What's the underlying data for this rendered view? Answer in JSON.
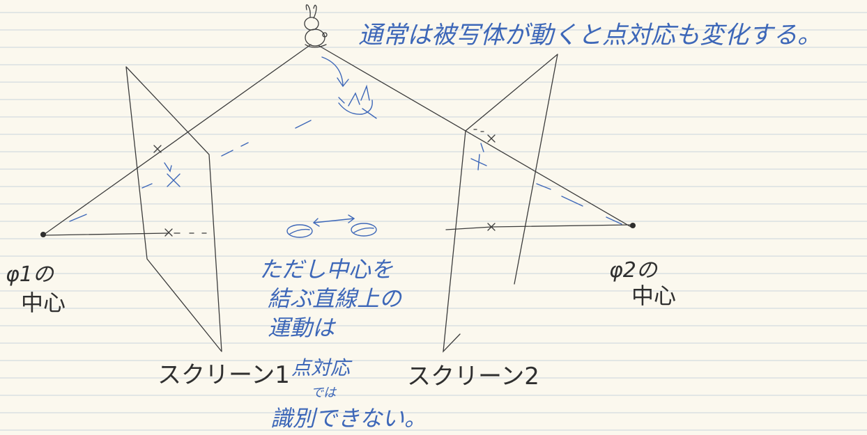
{
  "notes": {
    "top": "通常は被写体が動くと点対応も変化する。",
    "middle_line1": "ただし中心を",
    "middle_line2": "結ぶ直線上の",
    "middle_line3": "運動は",
    "center_line1": "点対応",
    "center_line2": "では",
    "center_line3": "識別できない。"
  },
  "labels": {
    "left_center_line1": "φ1の",
    "left_center_line2": "中心",
    "right_center_line1": "φ2の",
    "right_center_line2": "中心",
    "screen1": "スクリーン1",
    "screen2": "スクリーン2"
  },
  "colors": {
    "paper": "#fbf8ee",
    "rule": "#c9d3dc",
    "pencil": "#3b3b3b",
    "blue_ink": "#3d67b8"
  },
  "icons": {
    "subject": "rabbit-icon",
    "moved_subject": "rabbit-sketch-icon",
    "moving_object": "ellipse-object-icon"
  }
}
